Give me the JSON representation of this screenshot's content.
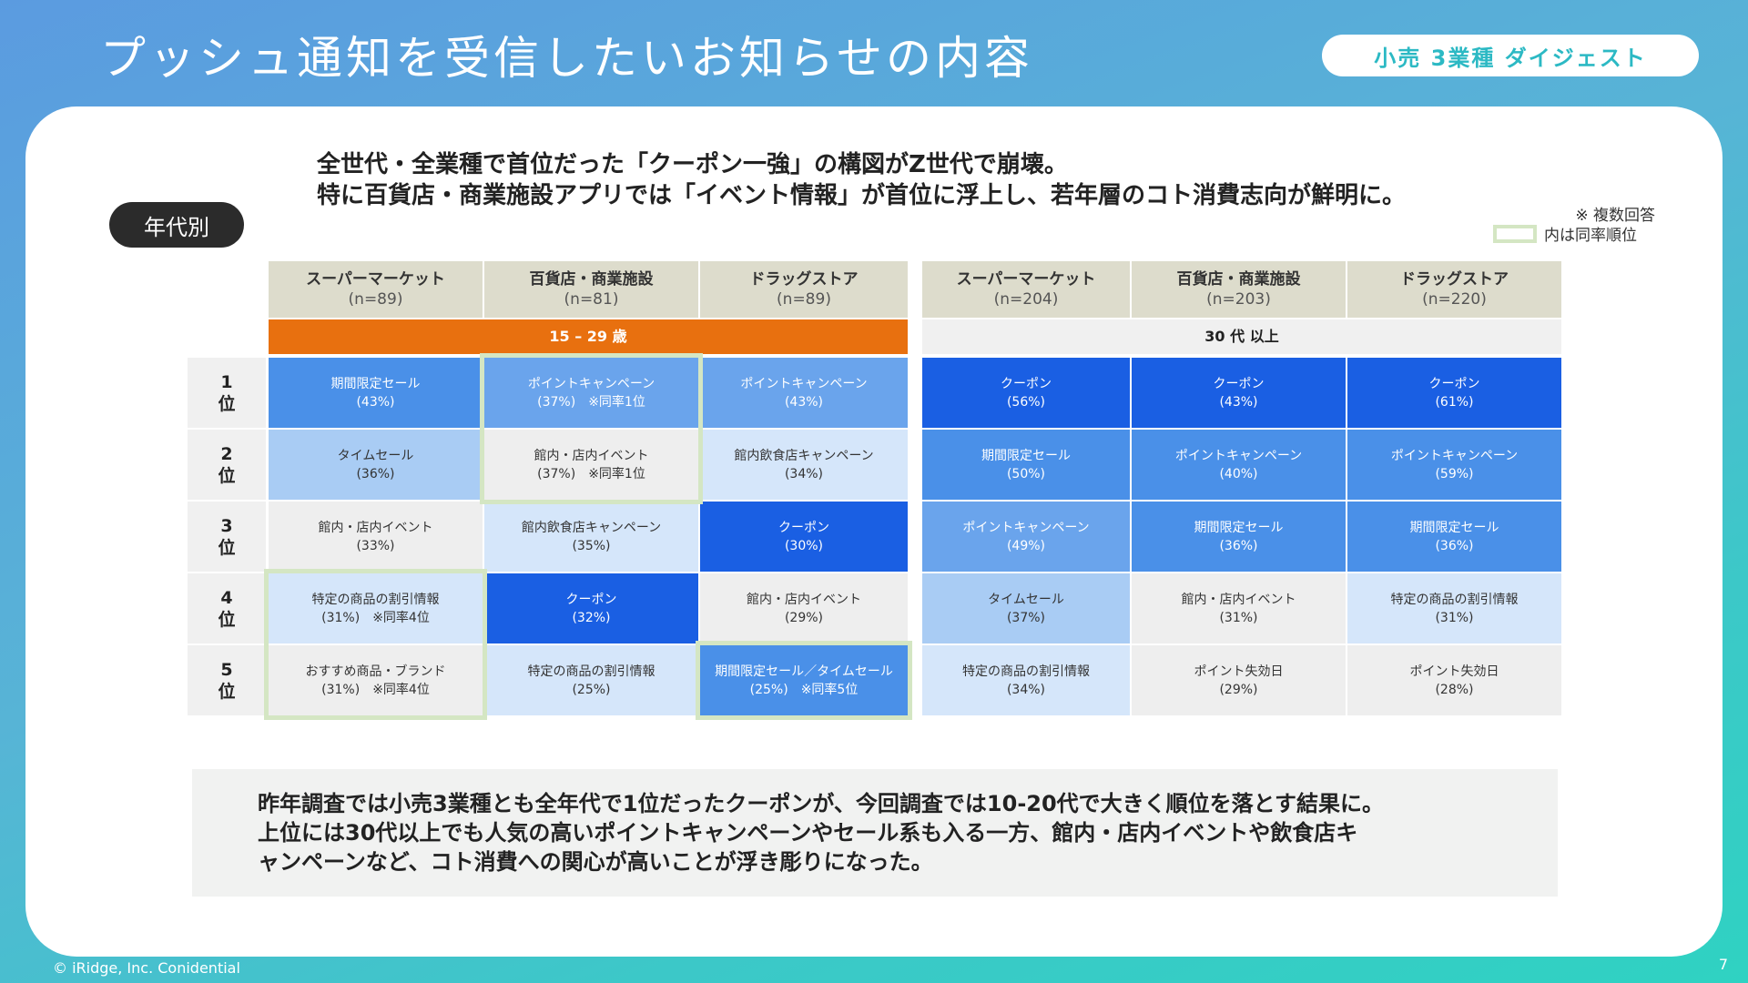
{
  "title": "プッシュ通知を受信したいお知らせの内容",
  "digest_badge": "小売 3業種 ダイジェスト",
  "headline": {
    "line1": "全世代・全業種で首位だった「クーポン一強」の構図がZ世代で崩壊。",
    "line2": "特に百貨店・商業施設アプリでは「イベント情報」が首位に浮上し、若年層のコト消費志向が鮮明に。"
  },
  "filter_pill": "年代別",
  "multi_answer_note": "※ 複数回答",
  "legend_label": "内は同率順位",
  "columns": [
    {
      "name": "スーパーマーケット",
      "n": "(n=89)"
    },
    {
      "name": "百貨店・商業施設",
      "n": "(n=81)"
    },
    {
      "name": "ドラッグストア",
      "n": "(n=89)"
    },
    {
      "name": "スーパーマーケット",
      "n": "(n=204)"
    },
    {
      "name": "百貨店・商業施設",
      "n": "(n=203)"
    },
    {
      "name": "ドラッグストア",
      "n": "(n=220)"
    }
  ],
  "age_groups": {
    "young": "15 – 29 歳",
    "old": "30 代 以上"
  },
  "ranks": [
    {
      "num": "1",
      "suffix": "位"
    },
    {
      "num": "2",
      "suffix": "位"
    },
    {
      "num": "3",
      "suffix": "位"
    },
    {
      "num": "4",
      "suffix": "位"
    },
    {
      "num": "5",
      "suffix": "位"
    }
  ],
  "grid": [
    [
      {
        "label": "期間限定セール",
        "value": "(43%)",
        "level": 1
      },
      {
        "label": "ポイントキャンペーン",
        "value": "(37%)　※同率1位",
        "level": 2
      },
      {
        "label": "ポイントキャンペーン",
        "value": "(43%)",
        "level": 2
      },
      {
        "label": "クーポン",
        "value": "(56%)",
        "level": 0
      },
      {
        "label": "クーポン",
        "value": "(43%)",
        "level": 0
      },
      {
        "label": "クーポン",
        "value": "(61%)",
        "level": 0
      }
    ],
    [
      {
        "label": "タイムセール",
        "value": "(36%)",
        "level": 3
      },
      {
        "label": "館内・店内イベント",
        "value": "(37%)　※同率1位",
        "level": 5
      },
      {
        "label": "館内飲食店キャンペーン",
        "value": "(34%)",
        "level": 4
      },
      {
        "label": "期間限定セール",
        "value": "(50%)",
        "level": 1
      },
      {
        "label": "ポイントキャンペーン",
        "value": "(40%)",
        "level": 1
      },
      {
        "label": "ポイントキャンペーン",
        "value": "(59%)",
        "level": 1
      }
    ],
    [
      {
        "label": "館内・店内イベント",
        "value": "(33%)",
        "level": 5
      },
      {
        "label": "館内飲食店キャンペーン",
        "value": "(35%)",
        "level": 4
      },
      {
        "label": "クーポン",
        "value": "(30%)",
        "level": 0
      },
      {
        "label": "ポイントキャンペーン",
        "value": "(49%)",
        "level": 2
      },
      {
        "label": "期間限定セール",
        "value": "(36%)",
        "level": 1
      },
      {
        "label": "期間限定セール",
        "value": "(36%)",
        "level": 1
      }
    ],
    [
      {
        "label": "特定の商品の割引情報",
        "value": "(31%)　※同率4位",
        "level": 4
      },
      {
        "label": "クーポン",
        "value": "(32%)",
        "level": 0
      },
      {
        "label": "館内・店内イベント",
        "value": "(29%)",
        "level": 5
      },
      {
        "label": "タイムセール",
        "value": "(37%)",
        "level": 3
      },
      {
        "label": "館内・店内イベント",
        "value": "(31%)",
        "level": 5
      },
      {
        "label": "特定の商品の割引情報",
        "value": "(31%)",
        "level": 4
      }
    ],
    [
      {
        "label": "おすすめ商品・ブランド",
        "value": "(31%)　※同率4位",
        "level": 5
      },
      {
        "label": "特定の商品の割引情報",
        "value": "(25%)",
        "level": 4
      },
      {
        "label": "期間限定セール／タイムセール",
        "value": "(25%)　※同率5位",
        "level": 1
      },
      {
        "label": "特定の商品の割引情報",
        "value": "(34%)",
        "level": 4
      },
      {
        "label": "ポイント失効日",
        "value": "(29%)",
        "level": 5
      },
      {
        "label": "ポイント失効日",
        "value": "(28%)",
        "level": 5
      }
    ]
  ],
  "level_colors": [
    "#1a5fe3",
    "#4a90e8",
    "#6aa4ec",
    "#a9ccf4",
    "#d5e6fa",
    "#eeeeee"
  ],
  "highlight_color": "#d4e6c3",
  "summary": {
    "line1": "昨年調査では小売3業種とも全年代で1位だったクーポンが、今回調査では10-20代で大きく順位を落とす結果に。",
    "line2": "上位には30代以上でも人気の高いポイントキャンペーンやセール系も入る一方、館内・店内イベントや飲食店キ",
    "line3": "ャンペーンなど、コト消費への関心が高いことが浮き彫りになった。"
  },
  "footer": {
    "copyright": "© iRidge, Inc. Conidential",
    "page": "7"
  }
}
